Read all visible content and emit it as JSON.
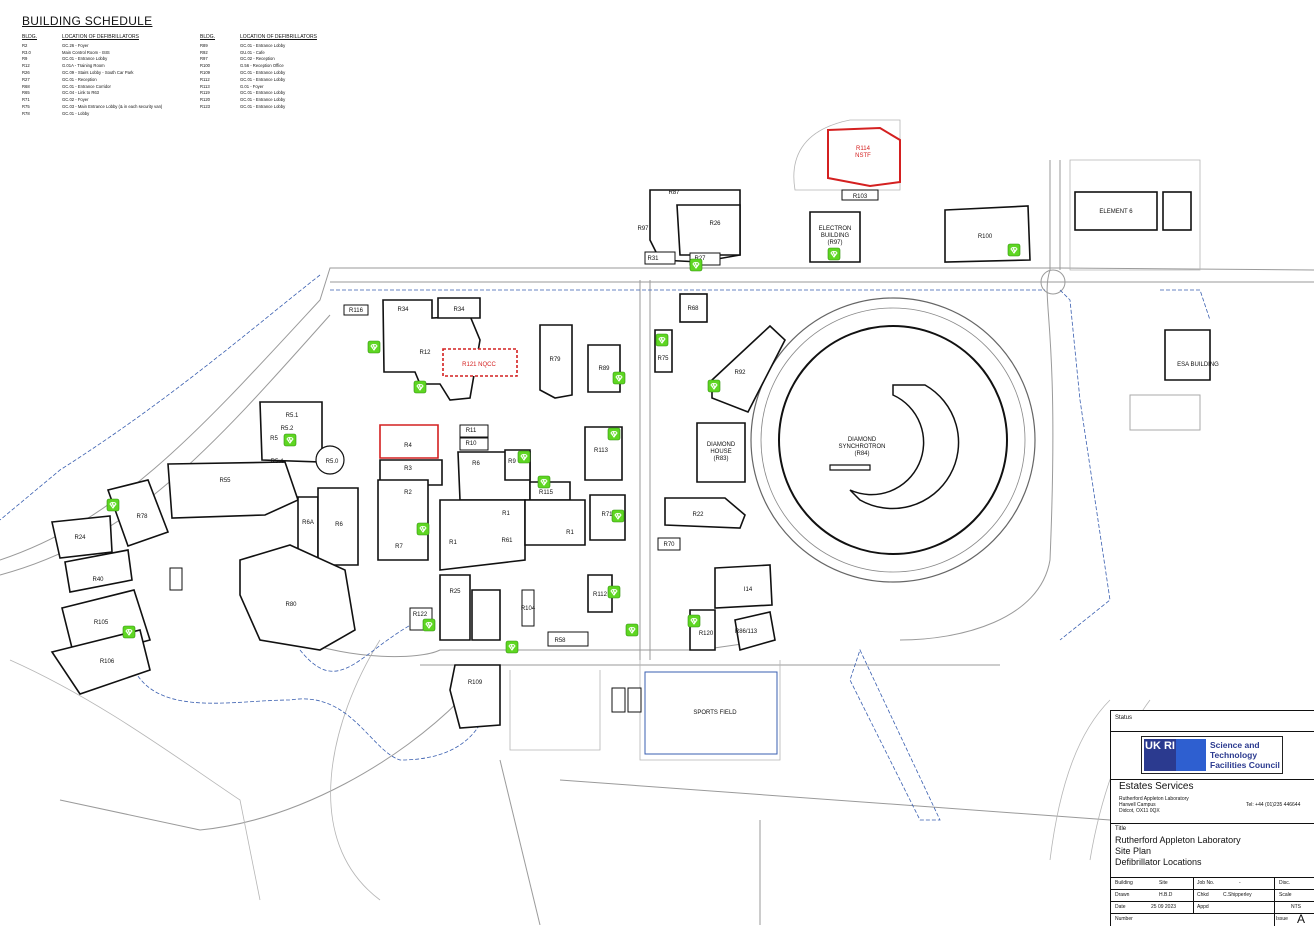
{
  "schedule": {
    "title": "BUILDING SCHEDULE",
    "col_header_bldg": "BLDG.",
    "col_header_location": "LOCATION OF DEFIBRILLATORS",
    "left": [
      {
        "bldg": "R2",
        "loc": "GC.26 - Foyer"
      },
      {
        "bldg": "R3.0",
        "loc": "Main Control Room - ISIS"
      },
      {
        "bldg": "R9",
        "loc": "GC.01 - Entrance Lobby"
      },
      {
        "bldg": "R12",
        "loc": "G.01A - Training Room"
      },
      {
        "bldg": "R26",
        "loc": "GC.09 - Stairs Lobby - South Car Park"
      },
      {
        "bldg": "R27",
        "loc": "GC.01 - Reception"
      },
      {
        "bldg": "R68",
        "loc": "GC.01 - Entrance Corridor"
      },
      {
        "bldg": "R65",
        "loc": "GC.04 - Link to R63"
      },
      {
        "bldg": "R71",
        "loc": "GC.02 - Foyer"
      },
      {
        "bldg": "R75",
        "loc": "GC.03 - Main Entrance Lobby (& in each security van)"
      },
      {
        "bldg": "R78",
        "loc": "GC.01 - Lobby"
      }
    ],
    "right": [
      {
        "bldg": "R89",
        "loc": "GC.01 - Entrance Lobby"
      },
      {
        "bldg": "R92",
        "loc": "GU.01 - Cafe"
      },
      {
        "bldg": "R97",
        "loc": "GC.02 - Reception"
      },
      {
        "bldg": "R100",
        "loc": "G.56 - Reception Office"
      },
      {
        "bldg": "R109",
        "loc": "GC.01 - Entrance Lobby"
      },
      {
        "bldg": "R112",
        "loc": "GC.01 - Entrance Lobby"
      },
      {
        "bldg": "R113",
        "loc": "G.01 - Foyer"
      },
      {
        "bldg": "R119",
        "loc": "GC.01 - Entrance Lobby"
      },
      {
        "bldg": "R120",
        "loc": "GC.01 - Entrance Lobby"
      },
      {
        "bldg": "R123",
        "loc": "GC.01 - Entrance Lobby"
      }
    ]
  },
  "map": {
    "labels": {
      "r114": "R114",
      "nstf": "NSTF",
      "r103": "R103",
      "r87": "R87",
      "r26": "R26",
      "r97": "R97",
      "r31": "R31",
      "r27": "R27",
      "electron": "ELECTRON",
      "building": "BUILDING",
      "r97p": "(R97)",
      "r100": "R100",
      "element6": "ELEMENT 6",
      "r116": "R116",
      "r34a": "R34",
      "r34b": "R34",
      "r12": "R12",
      "r121": "R121 NQCC",
      "r79": "R79",
      "r89": "R89",
      "r68": "R68",
      "r75": "R75",
      "r92": "R92",
      "esa": "ESA BUILDING",
      "r51": "R5.1",
      "r52": "R5.2",
      "r5": "R5",
      "r54": "R5.4",
      "r50": "R5.0",
      "r4": "R4",
      "r3": "R3",
      "r11": "R11",
      "r10": "R10",
      "r6": "R6",
      "r9": "R9",
      "r115": "R115",
      "r113": "R113",
      "diamond_house": "DIAMOND",
      "diamond_house2": "HOUSE",
      "r83": "(R83)",
      "synch1": "DIAMOND",
      "synch2": "SYNCHROTRON",
      "r84": "(R84)",
      "r55": "R55",
      "r78": "R78",
      "r6a": "R6A",
      "r6b": "R6",
      "r2": "R2",
      "r1a": "R1",
      "r1b": "R1",
      "r1c": "R1",
      "r61": "R61",
      "r71": "R71",
      "r22": "R22",
      "r70": "R70",
      "r24": "R24",
      "r40": "R40",
      "r80": "R80",
      "r7": "R7",
      "r25": "R25",
      "r104": "R104",
      "r112": "R112",
      "i14": "I14",
      "r120": "R120",
      "r86": "R86/113",
      "r105": "R105",
      "r106": "R106",
      "r122": "R122",
      "r109": "R109",
      "r58": "R58",
      "sports": "SPORTS FIELD"
    }
  },
  "title_block": {
    "status_label": "Status",
    "logo_ukri": "UK RI",
    "logo_line1": "Science and",
    "logo_line2": "Technology",
    "logo_line3": "Facilities Council",
    "dept": "Estates Services",
    "addr1": "Rutherford Appleton Laboratory",
    "addr2": "Harwell Campus",
    "addr3": "Didcot, OX11 0QX",
    "tel": "Tel: +44 (01)235 446644",
    "title_label": "Title",
    "title1": "Rutherford Appleton Laboratory",
    "title2": "Site Plan",
    "title3": "Defibrillator Locations",
    "building_label": "Building",
    "building_val": "Site",
    "jobno_label": "Job No.",
    "jobno_val": "-",
    "disc_label": "Disc.",
    "drawn_label": "Drawn",
    "drawn_val": "H.B.D",
    "chkd_label": "Chkd",
    "chkd_val": "C.Shipperley",
    "scale_label": "Scale",
    "scale_val": "NTS",
    "date_label": "Date",
    "date_val": "25 09 2023",
    "appd_label": "Appd",
    "number_label": "Number",
    "issue_label": "Issue",
    "issue_val": "A"
  }
}
